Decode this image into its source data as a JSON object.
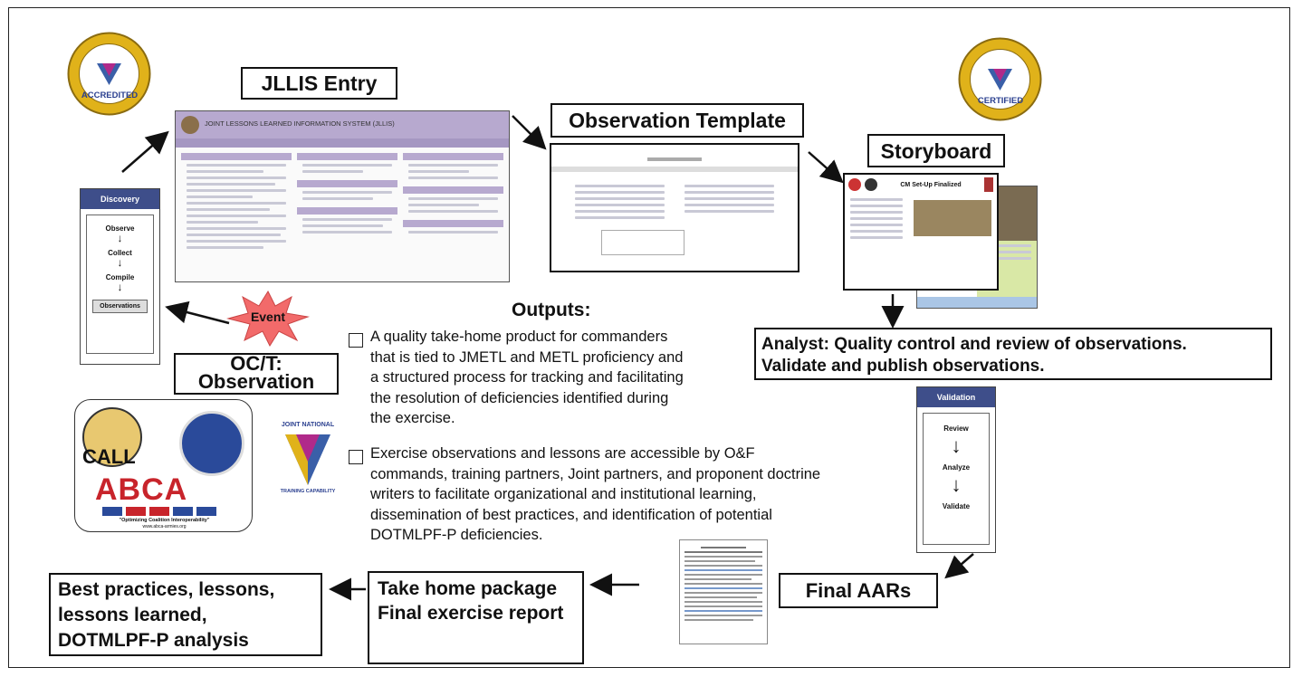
{
  "labels": {
    "jllis_entry": "JLLIS Entry",
    "observation_template": "Observation Template",
    "storyboard": "Storyboard",
    "oct_observation_line1": "OC/T:",
    "oct_observation_line2": "Observation",
    "event": "Event",
    "analyst_line1": "Analyst: Quality control and review of observations.",
    "analyst_line2": "Validate and publish observations.",
    "final_aars": "Final AARs",
    "take_home_line1": "Take home package",
    "take_home_line2": "Final exercise report",
    "best_practices_line1": "Best practices, lessons,",
    "best_practices_line2": "lessons learned,",
    "best_practices_line3": "DOTMLPF-P analysis"
  },
  "outputs": {
    "title": "Outputs:",
    "item1_lines": [
      "A quality take-home product for commanders",
      "that is tied to JMETL and METL proficiency and",
      "a structured process for tracking and facilitating",
      "the resolution of deficiencies identified during",
      "the exercise."
    ],
    "item2_lines": [
      "Exercise observations and lessons are accessible by O&F",
      "commands, training partners, Joint partners, and proponent doctrine",
      "writers to facilitate organizational and institutional learning,",
      "dissemination of best practices, and identification of potential",
      "DOTMLPF-P deficiencies."
    ]
  },
  "discovery": {
    "title": "Discovery",
    "steps": [
      "Observe",
      "Collect",
      "Compile",
      "Observations"
    ]
  },
  "validation": {
    "title": "Validation",
    "steps": [
      "Review",
      "Analyze",
      "Validate"
    ]
  },
  "jllis_screen": {
    "title": "JOINT LESSONS LEARNED INFORMATION SYSTEM (JLLIS)"
  },
  "storyboard_screen": {
    "title": "CM Set-Up Finalized"
  },
  "logos": {
    "accredited": "ACCREDITED",
    "certified": "CERTIFIED",
    "call": "CALL",
    "abca": "ABCA",
    "abca_tagline": "\"Optimizing Coalition Interoperability\"",
    "abca_url": "www.abca-armies.org",
    "jntc": "JOINT NATIONAL TRAINING CAPABILITY",
    "seal_top": "JOINT NATIONAL",
    "seal_bottom": "TRAINING CAPABILITY"
  },
  "colors": {
    "jllis_purple": "#b7a9cf",
    "flow_header": "#3e4e8a",
    "event_star": "#f26a6a",
    "seal_gold": "#e0b21a"
  }
}
